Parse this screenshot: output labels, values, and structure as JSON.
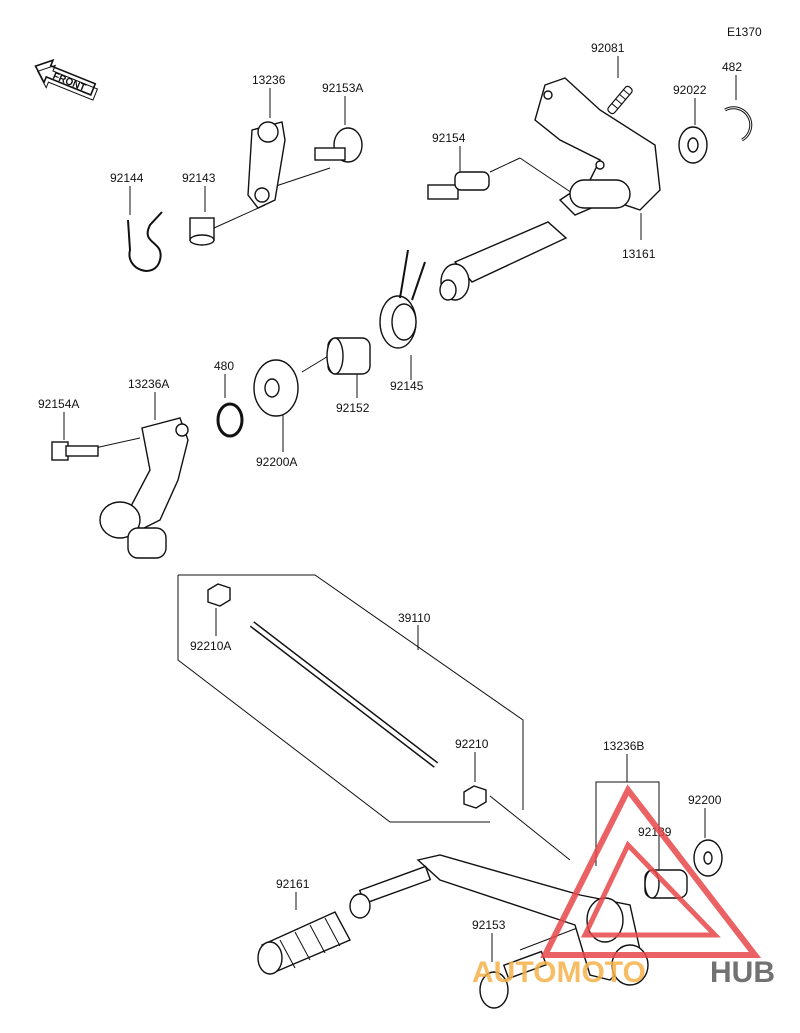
{
  "diagram": {
    "code": "E1370",
    "front_label": "FRONT",
    "parts": [
      {
        "id": "92081"
      },
      {
        "id": "482"
      },
      {
        "id": "92022"
      },
      {
        "id": "13236"
      },
      {
        "id": "92153A"
      },
      {
        "id": "92154"
      },
      {
        "id": "92144"
      },
      {
        "id": "92143"
      },
      {
        "id": "13161"
      },
      {
        "id": "480"
      },
      {
        "id": "13236A"
      },
      {
        "id": "92154A"
      },
      {
        "id": "92200A"
      },
      {
        "id": "92152"
      },
      {
        "id": "92145"
      },
      {
        "id": "92210A"
      },
      {
        "id": "39110"
      },
      {
        "id": "92210"
      },
      {
        "id": "13236B"
      },
      {
        "id": "92200"
      },
      {
        "id": "92139"
      },
      {
        "id": "92161"
      },
      {
        "id": "92153"
      }
    ]
  },
  "watermark": {
    "text_left": "AUTOMOTO",
    "text_right": "HUB",
    "color_left": "#f6b24a",
    "color_right": "#5a5a5a",
    "triangle_color": "#e8474a"
  }
}
